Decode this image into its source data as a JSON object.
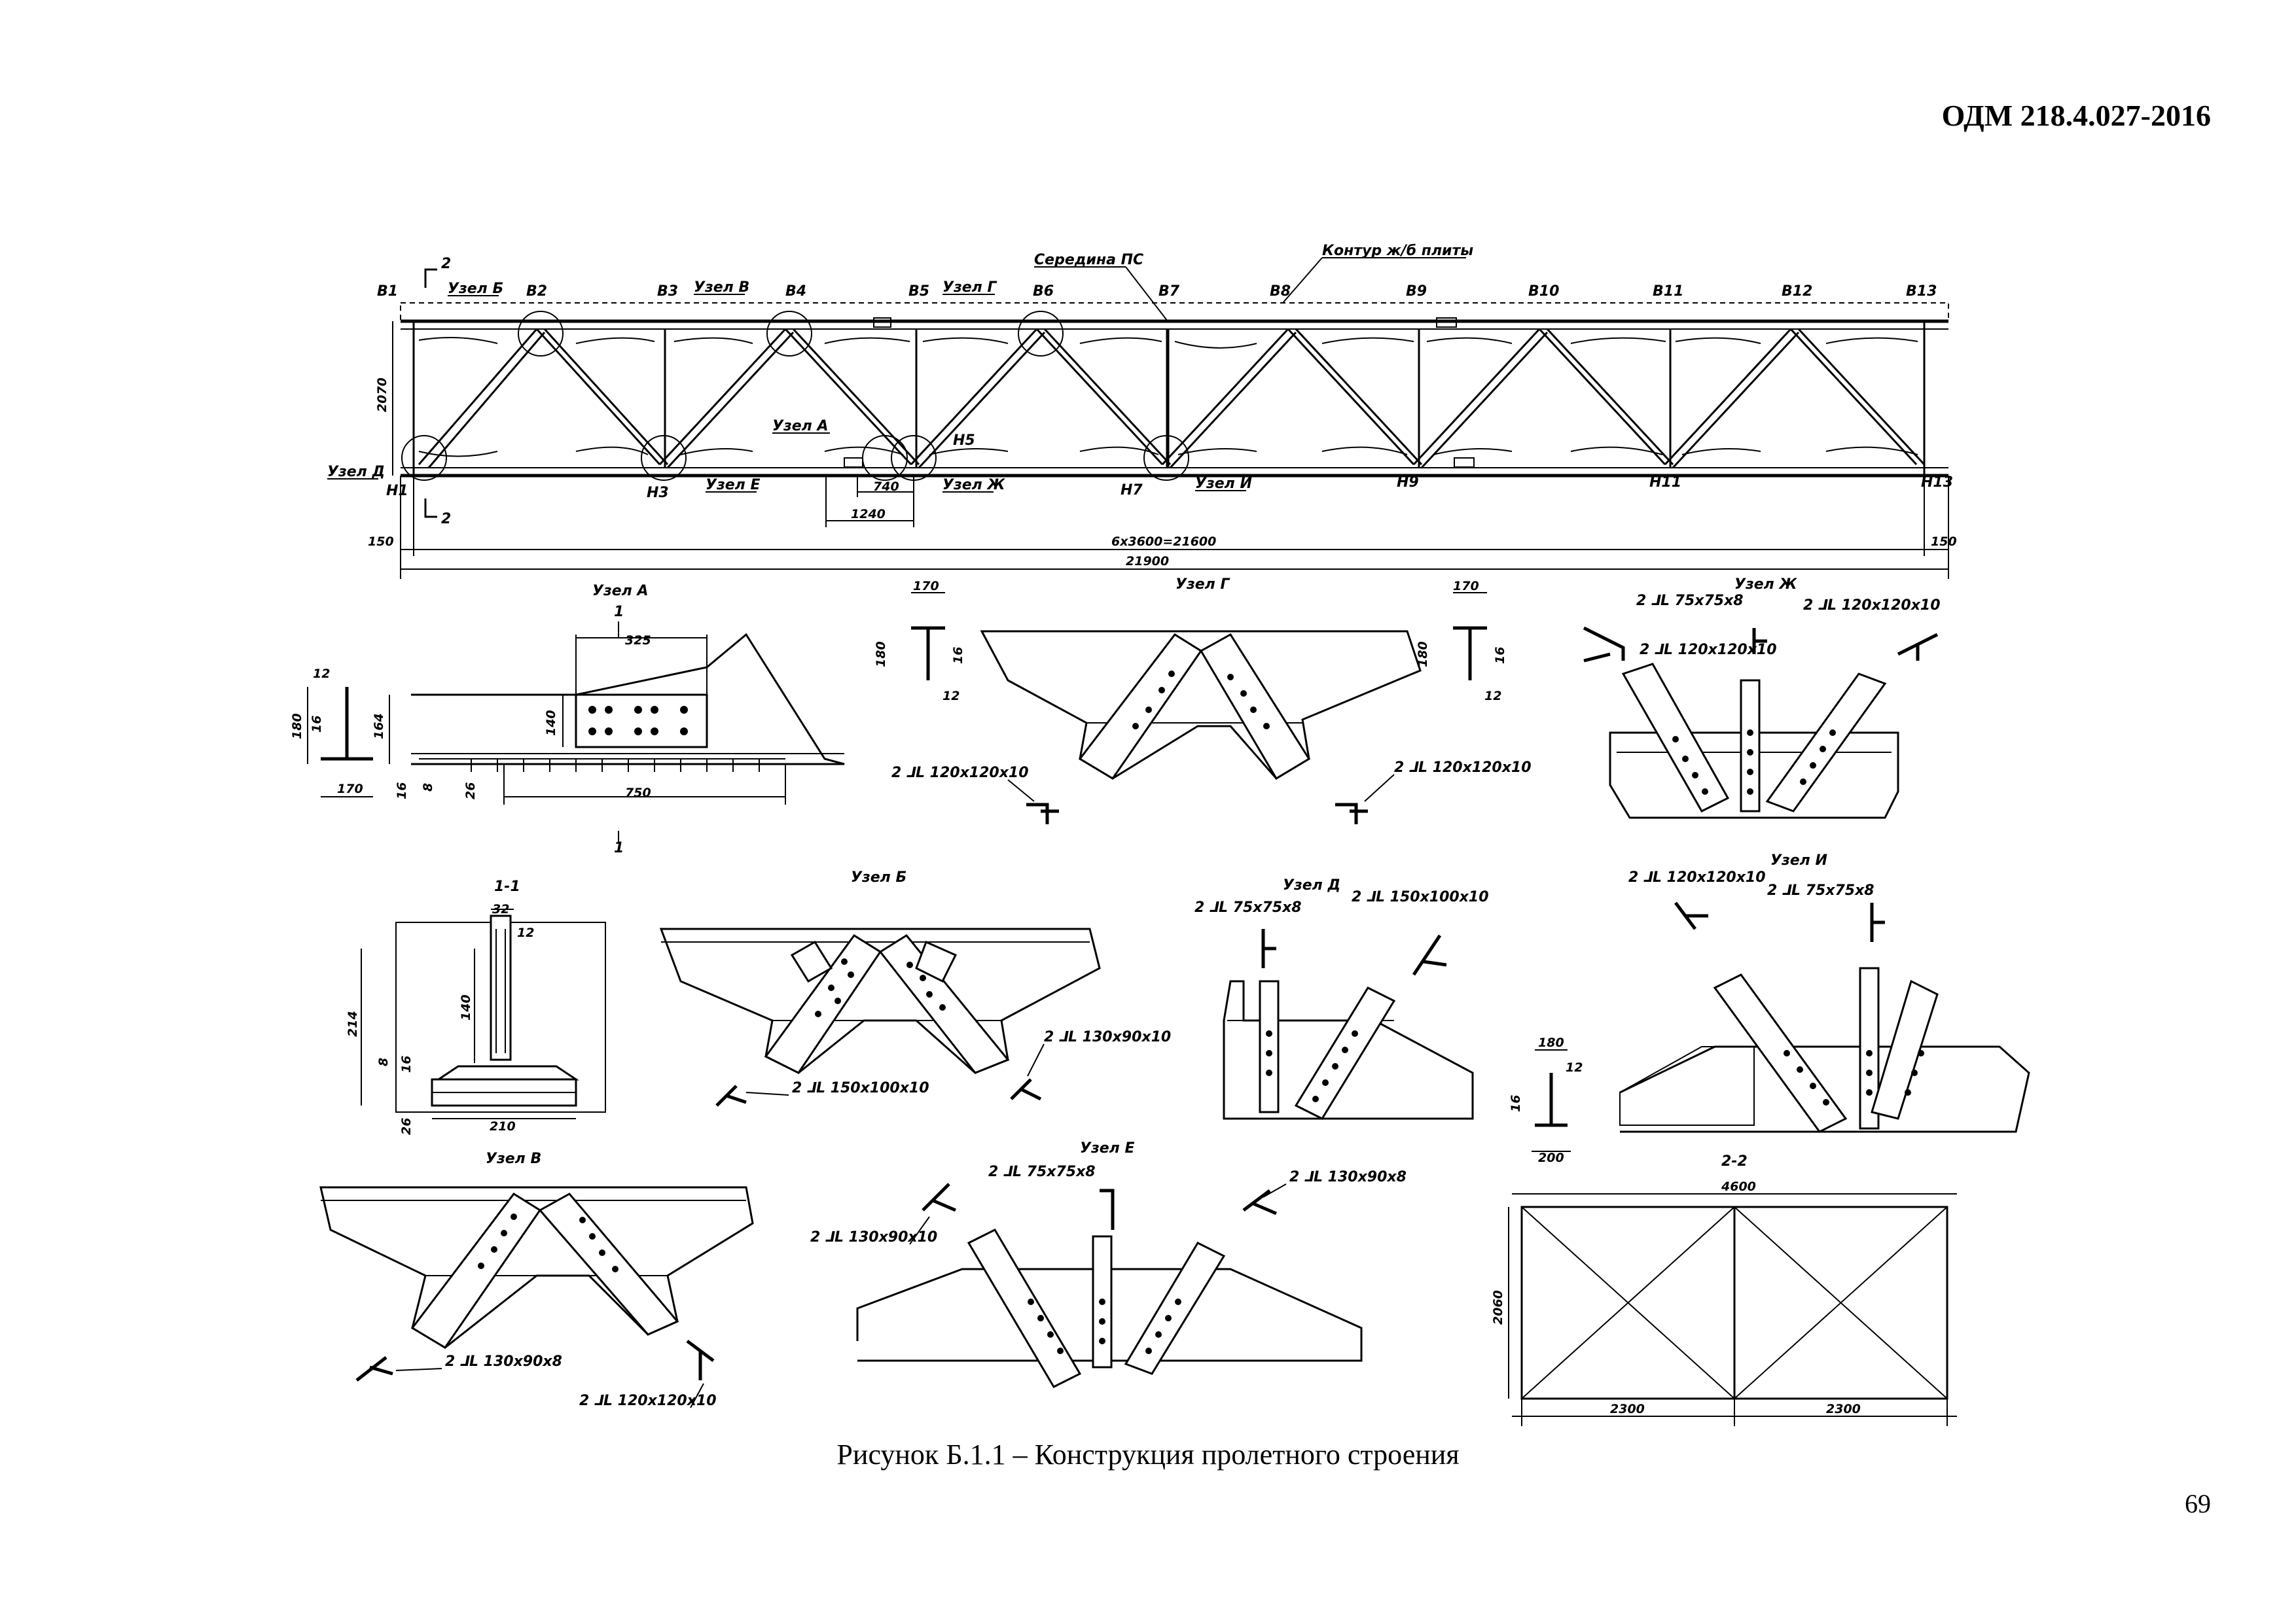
{
  "header": {
    "doc_code": "ОДМ 218.4.027-2016"
  },
  "caption": "Рисунок Б.1.1 – Конструкция пролетного строения",
  "page_number": "69",
  "truss": {
    "top_nodes": [
      "В1",
      "В2",
      "В3",
      "В4",
      "В5",
      "В6",
      "В7",
      "В8",
      "В9",
      "В10",
      "В11",
      "В12",
      "В13"
    ],
    "bottom_nodes": [
      "Н1",
      "Н3",
      "Н5",
      "Н7",
      "Н9",
      "Н11",
      "Н13"
    ],
    "node_callouts": [
      "Узел А",
      "Узел Б",
      "Узел В",
      "Узел Г",
      "Узел Д",
      "Узел Е",
      "Узел Ж",
      "Узел И"
    ],
    "notes": {
      "midspan": "Середина ПС",
      "slab_contour": "Контур ж/б плиты"
    },
    "section_mark": "2",
    "dims": {
      "height": "2070",
      "left_end": "150",
      "right_end": "150",
      "panels": "6х3600=21600",
      "total": "21900",
      "d1240": "1240",
      "d740": "740"
    }
  },
  "detail_a": {
    "title": "Узел А",
    "section_mark": "1",
    "dims": [
      "325",
      "140",
      "750",
      "12",
      "180",
      "16",
      "164",
      "170",
      "16",
      "8",
      "26"
    ]
  },
  "detail_g": {
    "title": "Узел Г",
    "dims": [
      "170",
      "180",
      "16",
      "12",
      "170",
      "180",
      "16",
      "12"
    ],
    "labels": [
      "2 ⅃L 120х120х10",
      "2 ⅃L 120х120х10"
    ]
  },
  "detail_zh": {
    "title": "Узел Ж",
    "labels": [
      "2 ⅃L 75х75х8",
      "2 ⅃L 120х120х10",
      "2 ⅃L 120х120х10"
    ]
  },
  "section_11": {
    "title": "1-1",
    "dims": [
      "32",
      "12",
      "140",
      "214",
      "16",
      "8",
      "26",
      "210"
    ]
  },
  "detail_b": {
    "title": "Узел Б",
    "labels": [
      "2 ⅃L 130х90х10",
      "2 ⅃L 150х100х10"
    ]
  },
  "detail_d": {
    "title": "Узел Д",
    "labels": [
      "2 ⅃L 75х75х8",
      "2 ⅃L 150х100х10"
    ]
  },
  "detail_i": {
    "title": "Узел И",
    "labels": [
      "2 ⅃L 120х120х10",
      "2 ⅃L 75х75х8"
    ],
    "dims": [
      "180",
      "12",
      "16",
      "200"
    ]
  },
  "detail_v": {
    "title": "Узел В",
    "labels": [
      "2 ⅃L 130х90х8",
      "2 ⅃L 120х120х10"
    ]
  },
  "detail_e": {
    "title": "Узел Е",
    "labels": [
      "2 ⅃L 75х75х8",
      "2 ⅃L 130х90х8",
      "2 ⅃L 130х90х10"
    ]
  },
  "section_22": {
    "title": "2-2",
    "dims": [
      "4600",
      "2060",
      "2300",
      "2300"
    ]
  }
}
